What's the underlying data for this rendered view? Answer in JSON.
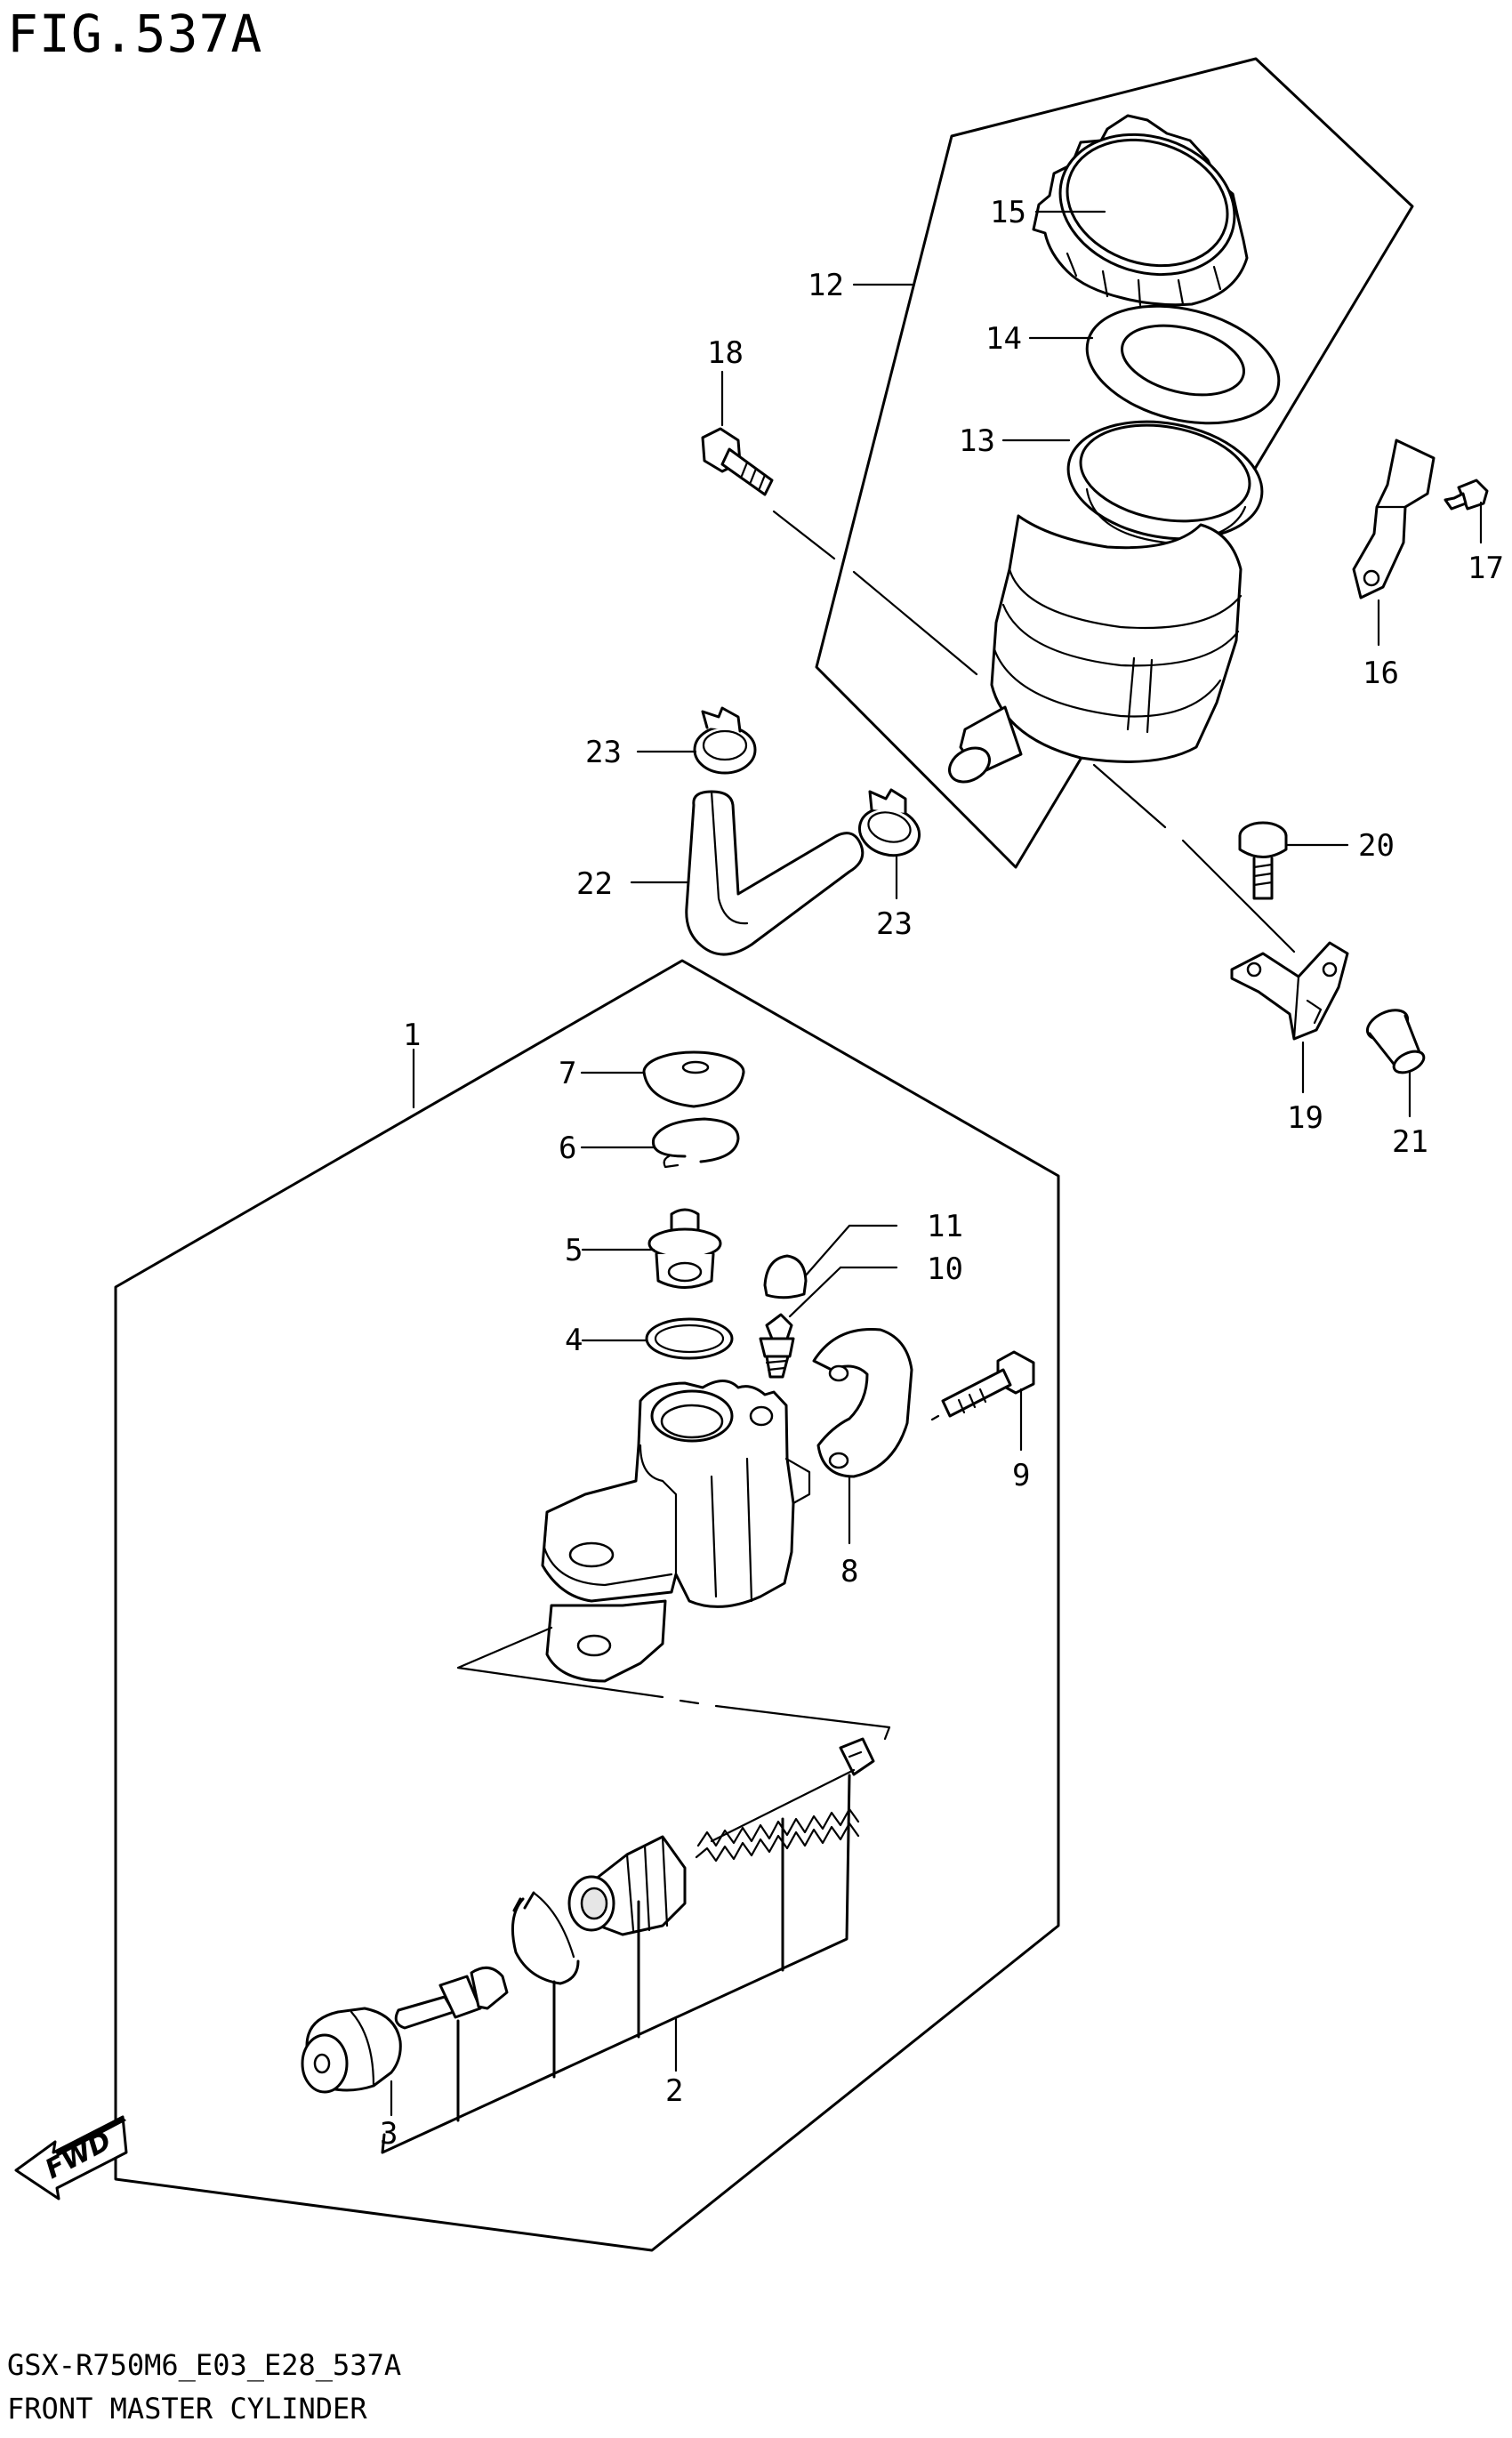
{
  "figure": {
    "title": "FIG.537A",
    "footer_code": "GSX-R750M6_E03_E28_537A",
    "footer_title": "FRONT MASTER CYLINDER",
    "fwd_label": "FWD"
  },
  "callouts": [
    {
      "id": "1",
      "text": "1"
    },
    {
      "id": "2",
      "text": "2"
    },
    {
      "id": "3",
      "text": "3"
    },
    {
      "id": "4",
      "text": "4"
    },
    {
      "id": "5",
      "text": "5"
    },
    {
      "id": "6",
      "text": "6"
    },
    {
      "id": "7",
      "text": "7"
    },
    {
      "id": "8",
      "text": "8"
    },
    {
      "id": "9",
      "text": "9"
    },
    {
      "id": "10",
      "text": "10"
    },
    {
      "id": "11",
      "text": "11"
    },
    {
      "id": "12",
      "text": "12"
    },
    {
      "id": "13",
      "text": "13"
    },
    {
      "id": "14",
      "text": "14"
    },
    {
      "id": "15",
      "text": "15"
    },
    {
      "id": "16",
      "text": "16"
    },
    {
      "id": "17",
      "text": "17"
    },
    {
      "id": "18",
      "text": "18"
    },
    {
      "id": "19",
      "text": "19"
    },
    {
      "id": "20",
      "text": "20"
    },
    {
      "id": "21",
      "text": "21"
    },
    {
      "id": "22",
      "text": "22"
    },
    {
      "id": "23a",
      "text": "23"
    },
    {
      "id": "23b",
      "text": "23"
    }
  ]
}
